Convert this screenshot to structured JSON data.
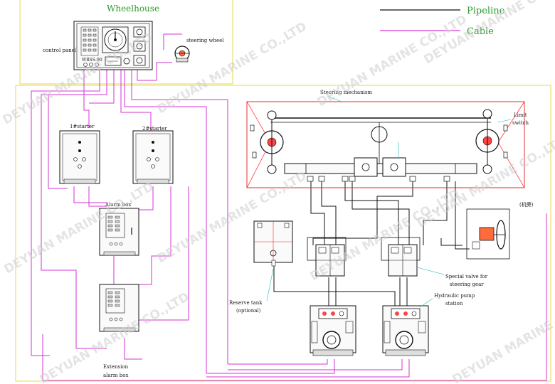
{
  "diagram": {
    "title": "Wheelhouse",
    "legend": {
      "pipeline": "Pipeline",
      "cable": "Cable"
    },
    "labels": {
      "control_panel": "control panel",
      "steering_wheel": "steering wheel",
      "starter1": "1#starter",
      "starter2": "2#starter",
      "alarm_box": "Alarm box",
      "extension_line1": "Extension",
      "extension_line2": "alarm box",
      "steering_mechanism": "Steering mechanism",
      "limit_line1": "Limit",
      "limit_line2": "switch",
      "manual": "(机旁)",
      "reserve_line1": "Reserve tank",
      "reserve_line2": "(optional)",
      "special_line1": "Special valve for",
      "special_line2": "steering gear",
      "pump_line1": "Hydraulic pump",
      "pump_line2": "station",
      "panel_tag": "WRSS-90"
    },
    "watermark": "DEYUAN MARINE CO.,LTD",
    "colors": {
      "pipeline": "#111111",
      "cable": "#d633d6",
      "border_yellow": "#e8d84a",
      "frame_red": "#e03030",
      "accent_red": "#ff2020",
      "label_green": "#2e9a2e",
      "leader_cyan": "#20b8b8"
    }
  }
}
